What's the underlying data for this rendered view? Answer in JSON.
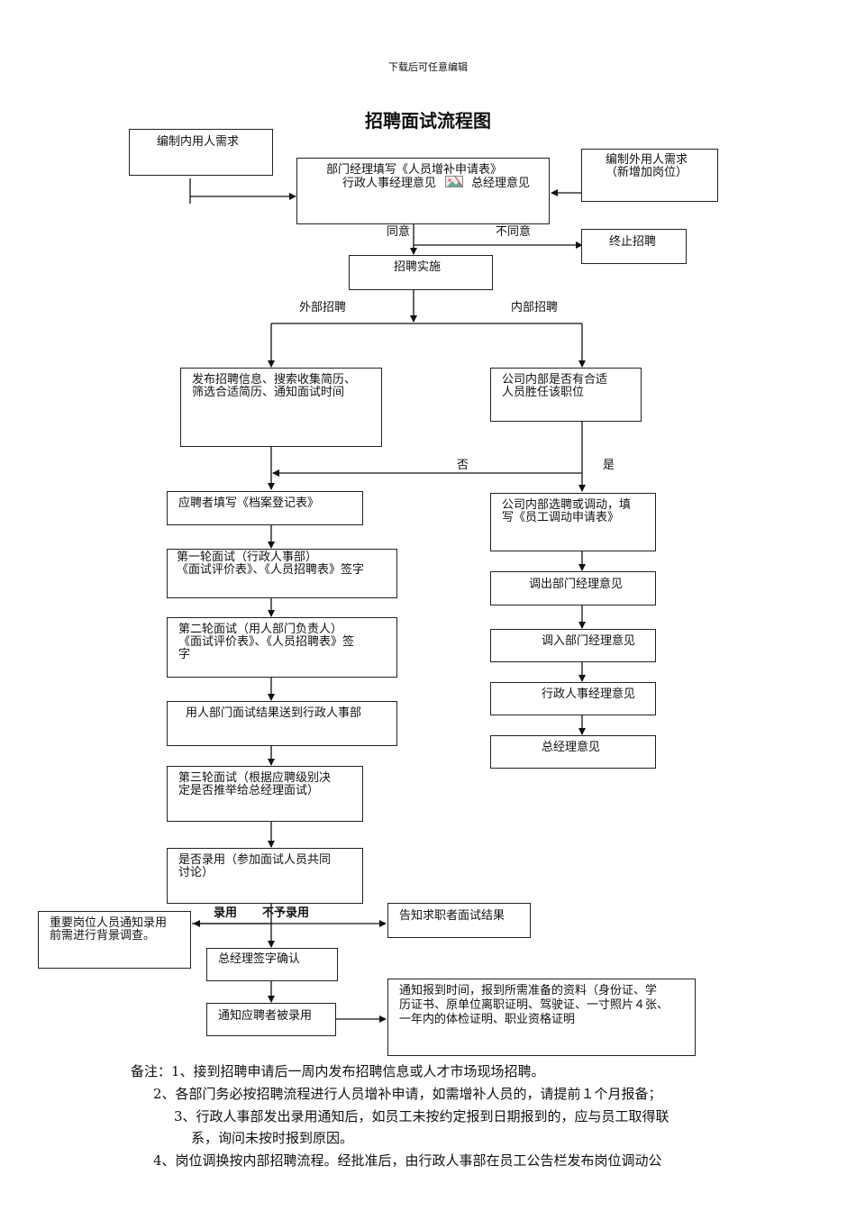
{
  "header_note": "下载后可任意编辑",
  "title": "招聘面试流程图",
  "boxes": {
    "internal_need": "编制内用人需求",
    "external_need": "编制外用人需求\n（新增加岗位）",
    "manager_form_1": "部门经理填写《人员增补申请表》",
    "manager_form_2a": "行政人事经理意见",
    "manager_form_2b": "总经理意见",
    "stop": "终止招聘",
    "implement": "招聘实施",
    "publish": "发布招聘信息、搜索收集简历、\n筛选合适简历、通知面试时间",
    "internal_check": "公司内部是否有合适\n人员胜任该职位",
    "register": "应聘者填写《档案登记表》",
    "round1": "第一轮面试（行政人事部）\n《面试评价表》、《人员招聘表》签字",
    "round2": "第二轮面试（用人部门负责人）\n《面试评价表》、《人员招聘表》签\n字",
    "send_result": "用人部门面试结果送到行政人事部",
    "round3": "第三轮面试（根据应聘级别决\n定是否推举给总经理面试）",
    "hire_decision": "是否录用（参加面试人员共同\n讨论）",
    "background": "重要岗位人员通知录用\n前需进行背景调查。",
    "notify_result": "告知求职者面试结果",
    "gm_sign": "总经理签字确认",
    "notify_hired": "通知应聘者被录用",
    "report_info": "通知报到时间，报到所需准备的资料（身份证、学\n历证书、原单位离职证明、驾驶证、一寸照片４张、\n一年内的体检证明、职业资格证明",
    "transfer": "公司内部选聘或调动，填\n写《员工调动申请表》",
    "out_dept": "调出部门经理意见",
    "in_dept": "调入部门经理意见",
    "hr_mgr": "行政人事经理意见",
    "gm": "总经理意见"
  },
  "labels": {
    "agree": "同意",
    "disagree": "不同意",
    "external": "外部招聘",
    "internal": "内部招聘",
    "no": "否",
    "yes": "是",
    "hire": "录用",
    "not_hire": "不予录用"
  },
  "notes": [
    "备注：1、接到招聘申请后一周内发布招聘信息或人才市场现场招聘。",
    "2、各部门务必按招聘流程进行人员增补申请，如需增补人员的，请提前１个月报备；",
    "3、行政人事部发出录用通知后，如员工未按约定报到日期报到的，应与员工取得联",
    "系，询问未按时报到原因。",
    "4、岗位调换按内部招聘流程。经批准后，由行政人事部在员工公告栏发布岗位调动公"
  ]
}
